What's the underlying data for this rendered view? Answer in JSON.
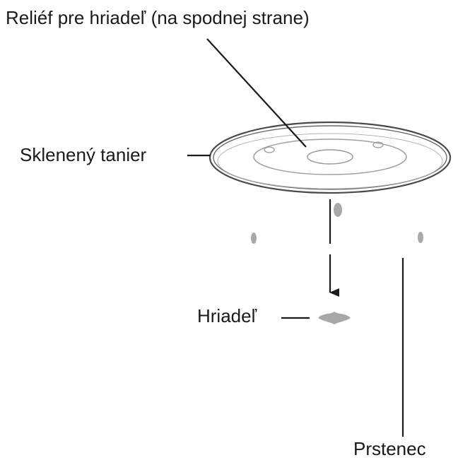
{
  "labels": {
    "relief": "Reliéf pre hriadeľ (na spodnej strane)",
    "plate": "Sklenený tanier",
    "shaft": "Hriadeľ",
    "ring": "Prstenec"
  },
  "colors": {
    "line": "#1a1a1a",
    "plate_outline": "#555555",
    "plate_inner": "#9a9a9a",
    "part_fill": "#a8a8a8"
  }
}
